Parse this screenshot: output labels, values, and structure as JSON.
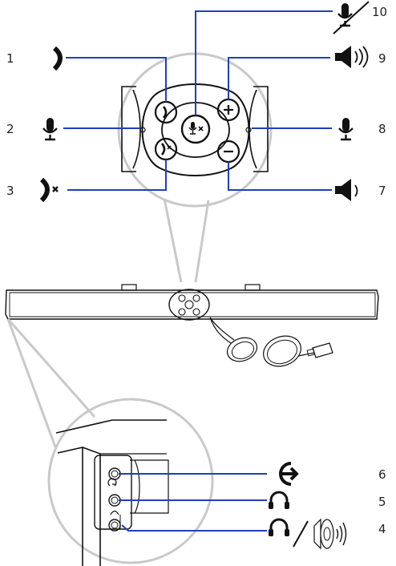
{
  "callouts": [
    {
      "number": "1",
      "name": "call-answer"
    },
    {
      "number": "2",
      "name": "left-microphone"
    },
    {
      "number": "3",
      "name": "call-end"
    },
    {
      "number": "4",
      "name": "headset-speaker-jack"
    },
    {
      "number": "5",
      "name": "headset-jack"
    },
    {
      "number": "6",
      "name": "line-in-port"
    },
    {
      "number": "7",
      "name": "volume-down"
    },
    {
      "number": "8",
      "name": "right-microphone"
    },
    {
      "number": "9",
      "name": "volume-up"
    },
    {
      "number": "10",
      "name": "mic-mute"
    }
  ],
  "colors": {
    "leader_lines": "#1f3fbf",
    "outline": "#111111",
    "magnifier": "#c9c9c9"
  },
  "icons": [
    "handset-icon",
    "microphone-icon",
    "handset-end-icon",
    "headphones-icon",
    "speaker-icon",
    "volume-up-icon",
    "volume-down-icon",
    "mic-mute-icon",
    "line-in-icon",
    "plus-icon",
    "minus-icon"
  ]
}
